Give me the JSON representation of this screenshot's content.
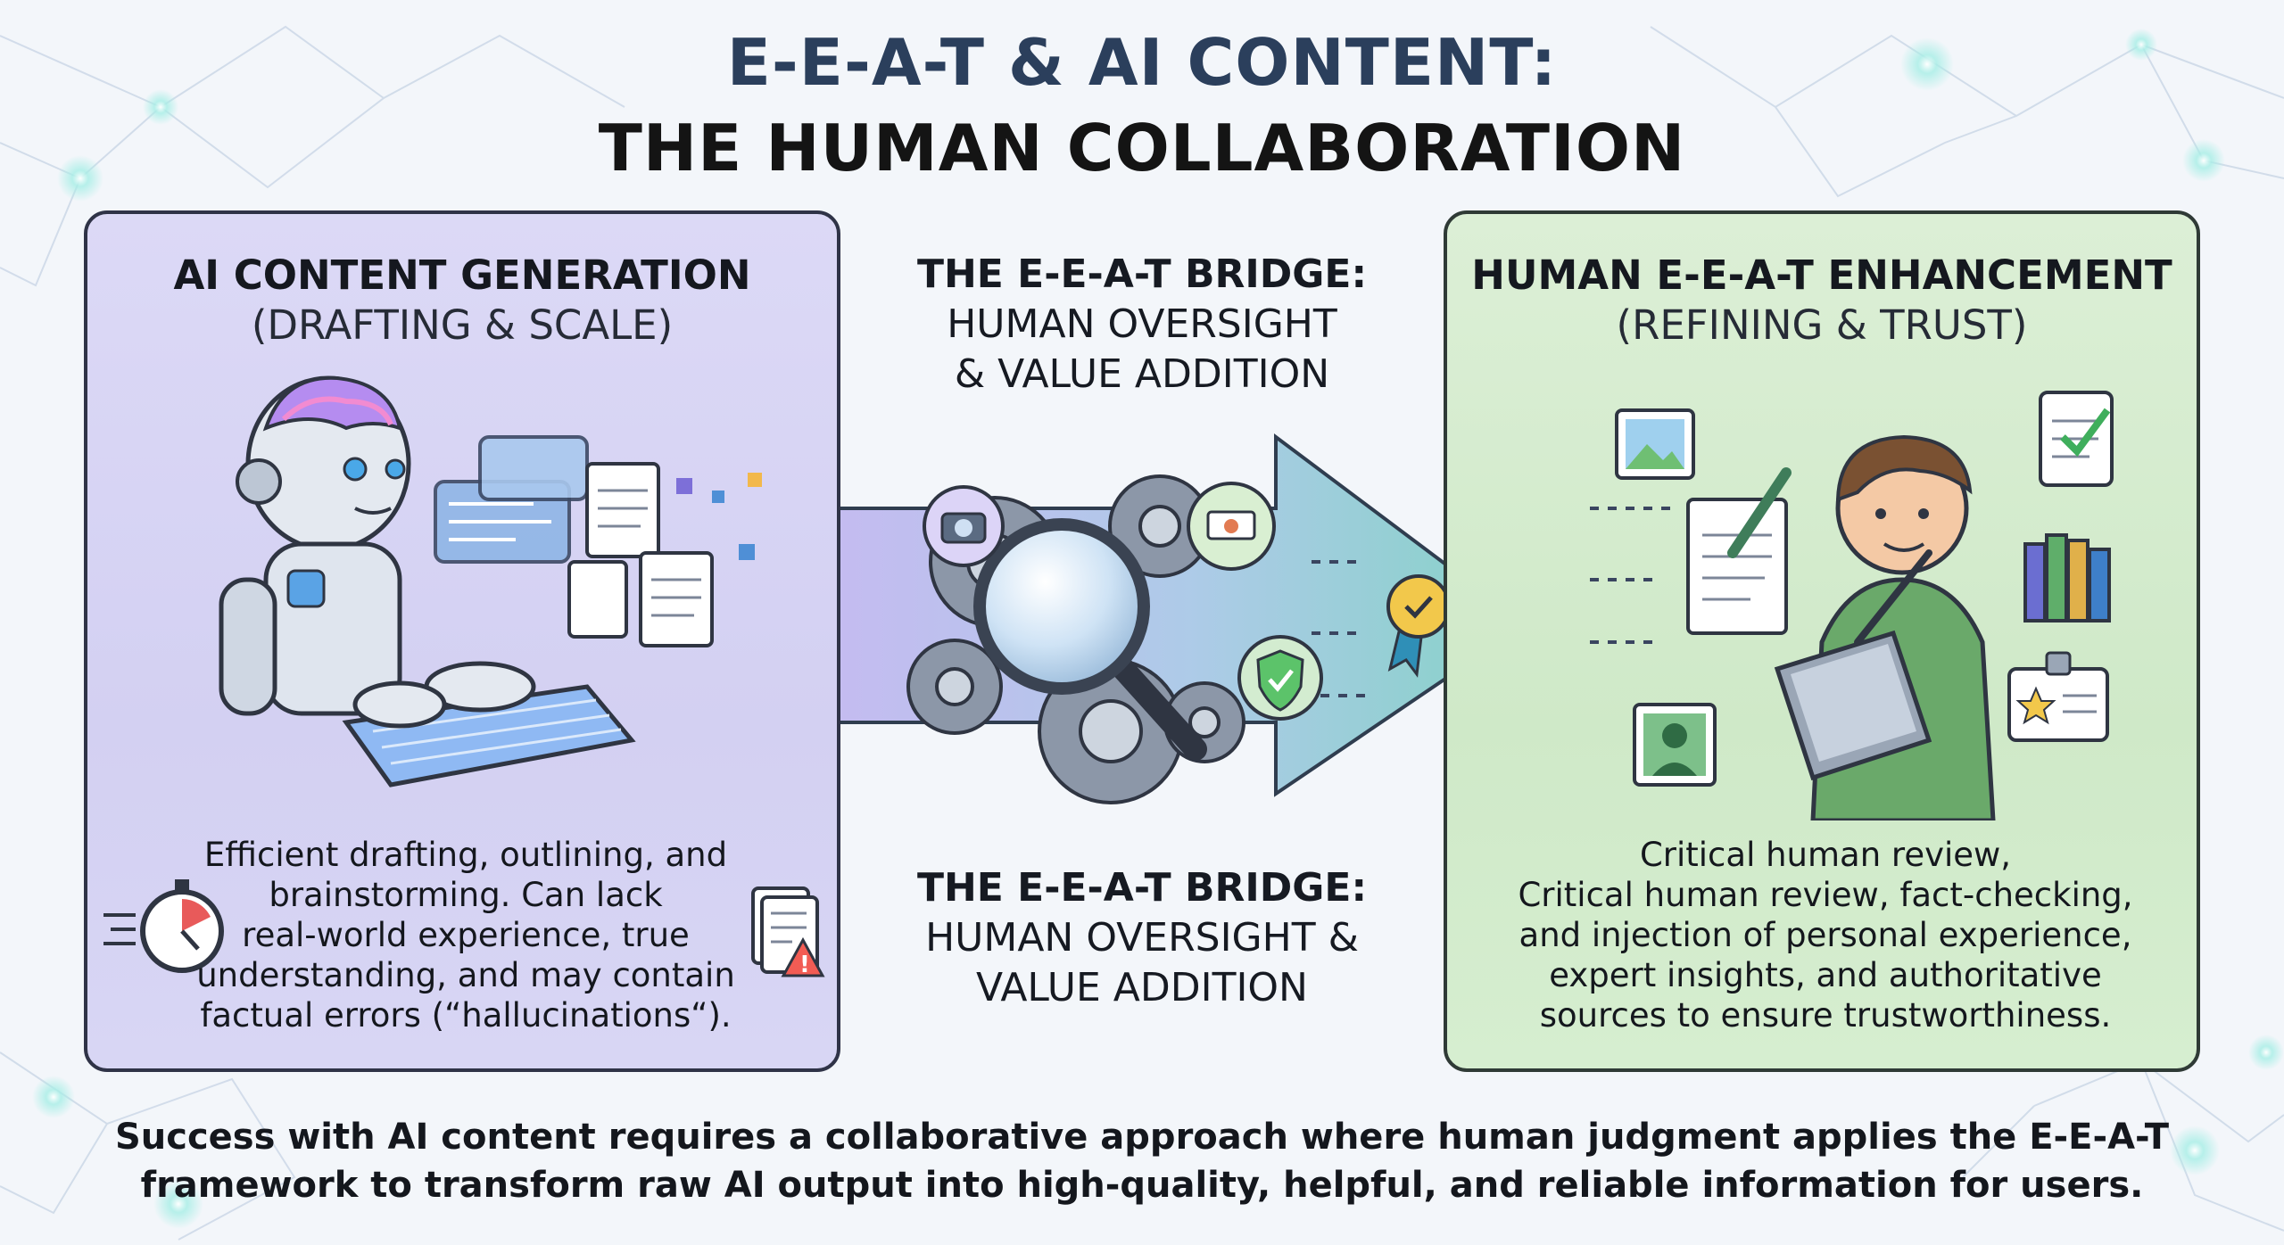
{
  "title": {
    "line1": "E-E-A-T & AI CONTENT:",
    "line2": "THE HUMAN COLLABORATION"
  },
  "ai_panel": {
    "heading": "AI CONTENT GENERATION",
    "subheading": "(DRAFTING & SCALE)",
    "body": [
      "Efficient drafting, outlining, and",
      "brainstorming. Can lack",
      "real-world experience, true",
      "understanding, and may contain",
      "factual errors (“hallucinations“)."
    ]
  },
  "bridge_top": {
    "line1": "THE E-E-A-T BRIDGE:",
    "line2": "HUMAN OVERSIGHT",
    "line3": "& VALUE ADDITION"
  },
  "bridge_bottom": {
    "line1": "THE E-E-A-T BRIDGE:",
    "line2": "HUMAN OVERSIGHT &",
    "line3": "VALUE ADDITION"
  },
  "human_panel": {
    "heading": "HUMAN E-E-A-T ENHANCEMENT",
    "subheading": "(REFINING & TRUST)",
    "body": [
      "Critical human review,",
      "Critical human review, fact-checking,",
      "and injection of personal experience,",
      "expert insights, and authoritative",
      "sources to ensure trustworthiness."
    ]
  },
  "footer": {
    "line1": "Success with AI content requires a collaborative approach where human judgment applies the E-E-A-T",
    "line2": "framework to transform raw AI output into high-quality, helpful, and reliable information for users."
  },
  "colors": {
    "ai_panel_bg": "#d6d3f3",
    "human_panel_bg": "#d3ebcc",
    "arrow_start": "#b9a6ef",
    "arrow_end": "#7fd0c4",
    "title_accent": "#2b3f5c"
  }
}
